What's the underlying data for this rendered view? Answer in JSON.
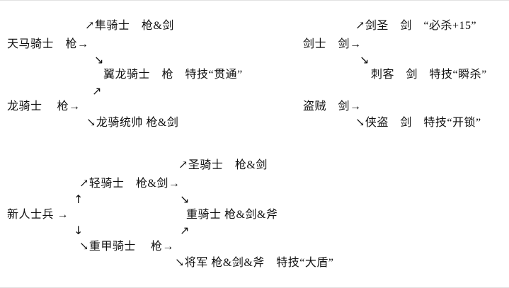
{
  "diagram": {
    "background": "#ffffff",
    "text_color": "#111111",
    "left_tree": {
      "falcon_knight": "↗隼骑士　枪&剑",
      "pegasus_knight": "天马骑士　枪→",
      "arrow_pegasus_to_wyvern_knight": "↘",
      "wyvern_knight": "翼龙骑士　枪　特技“贯通”",
      "arrow_dragon_rider_to_wyvern_knight": "↗",
      "dragon_rider": "龙骑士　 枪→",
      "wyvern_lord": "↘龙骑统帅 枪&剑"
    },
    "right_tree": {
      "sword_saint": "↗剑圣　剑　“必杀+15”",
      "swordsman": "剑士　剑→",
      "arrow_swordsman_to_assassin": "↘",
      "assassin": "刺客　剑　特技“瞬杀”",
      "thief": "盗贼　剑→",
      "rogue": "↘侠盗　剑　特技“开锁”"
    },
    "bottom_tree": {
      "holy_knight": "↗圣骑士　枪&剑",
      "light_cavalier": "↗轻骑士　枪&剑→",
      "arrow_recruit_to_cavalier": "↑",
      "arrow_cavalier_to_heavy_knight": "↘",
      "recruit": "新人士兵 →",
      "heavy_knight": "重骑士 枪&剑&斧",
      "arrow_recruit_to_armor_knight": "↓",
      "arrow_armor_knight_to_heavy_knight": "↗",
      "armor_knight": "↘重甲骑士　 枪→",
      "general": "↘将军 枪&剑&斧　特技“大盾”"
    }
  }
}
